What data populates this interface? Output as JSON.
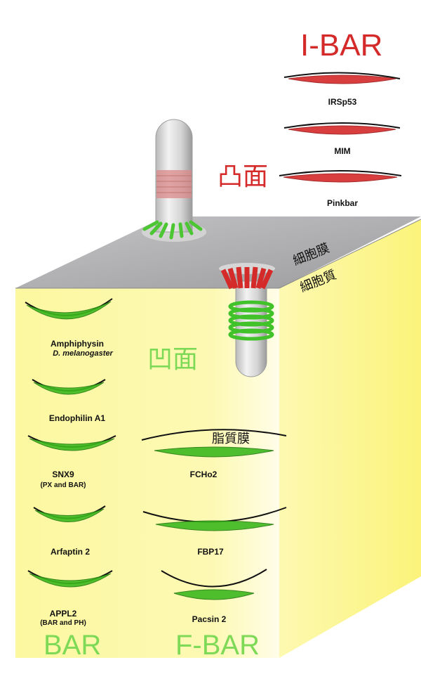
{
  "headings": {
    "ibar": "I-BAR",
    "bar": "BAR",
    "fbar": "F-BAR"
  },
  "region_labels": {
    "convex": "凸面",
    "concave": "凹面",
    "plasma_membrane": "細胞膜",
    "cytoplasm": "細胞質",
    "lipid_membrane": "脂質膜"
  },
  "ibar_proteins": [
    "IRSp53",
    "MIM",
    "Pinkbar"
  ],
  "bar_proteins": [
    {
      "name": "Amphiphysin",
      "sub": "D. melanogaster"
    },
    {
      "name": "Endophilin A1",
      "sub": ""
    },
    {
      "name": "SNX9",
      "sub": "(PX and BAR)"
    },
    {
      "name": "Arfaptin 2",
      "sub": ""
    },
    {
      "name": "APPL2",
      "sub": "(BAR and PH)"
    }
  ],
  "fbar_proteins": [
    "FCHo2",
    "FBP17",
    "Pacsin 2"
  ],
  "colors": {
    "ibar_red": "#d42a2a",
    "green_label": "#7ed957",
    "protein_green": "#3cb81e",
    "membrane_gray": "#a9a9ab",
    "cytoplasm_yellow": "#fbf89a"
  }
}
